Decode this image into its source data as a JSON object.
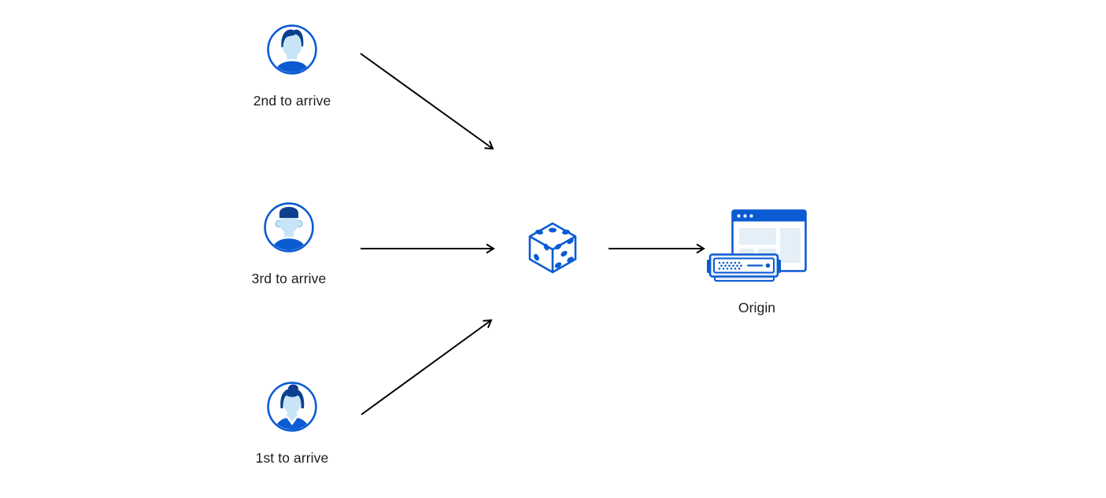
{
  "colors": {
    "accent_blue": "#0b5bd3",
    "light_blue_fill": "#e4eff8",
    "face_fill": "#c8e5f8",
    "hair_navy": "#0d3f8e",
    "arrow_black": "#000000",
    "label_text": "#1b1c1f",
    "background": "#ffffff"
  },
  "diagram": {
    "clients": [
      {
        "label": "2nd to arrive",
        "icon": "man-wavy-hair-avatar-icon",
        "position": "top"
      },
      {
        "label": "3rd to arrive",
        "icon": "man-flat-top-avatar-icon",
        "position": "middle"
      },
      {
        "label": "1st to arrive",
        "icon": "woman-bun-avatar-icon",
        "position": "bottom"
      }
    ],
    "selector": {
      "icon": "dice-icon"
    },
    "origin": {
      "label": "Origin",
      "icon": "origin-server-browser-icon"
    },
    "edges": [
      {
        "from": "client-2nd-to-arrive",
        "to": "dice"
      },
      {
        "from": "client-3rd-to-arrive",
        "to": "dice"
      },
      {
        "from": "client-1st-to-arrive",
        "to": "dice"
      },
      {
        "from": "dice",
        "to": "origin"
      }
    ]
  }
}
